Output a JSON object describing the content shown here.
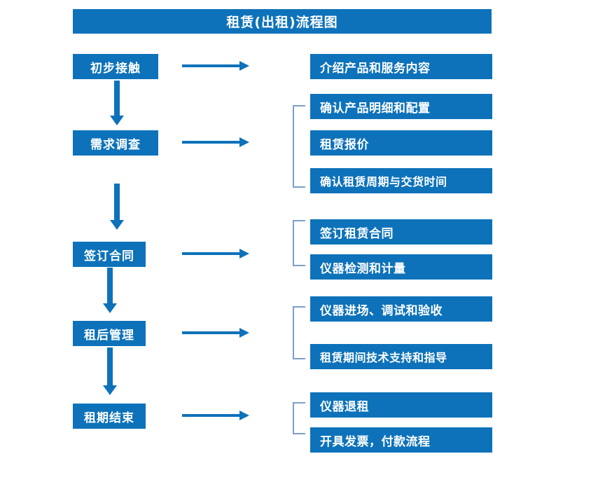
{
  "diagram": {
    "title": "租赁(出租)流程图",
    "accent_color": "#0d72ba",
    "bracket_color": "#7d9fc6",
    "text_color": "#ffffff",
    "background_color": "#ffffff",
    "stages": [
      {
        "label": "初步接触"
      },
      {
        "label": "需求调查"
      },
      {
        "label": "签订合同"
      },
      {
        "label": "租后管理"
      },
      {
        "label": "租期结束"
      }
    ],
    "groups": [
      {
        "stage": "初步接触",
        "has_bracket": false,
        "items": [
          {
            "label": "介绍产品和服务内容"
          }
        ]
      },
      {
        "stage": "需求调查",
        "has_bracket": true,
        "items": [
          {
            "label": "确认产品明细和配置"
          },
          {
            "label": "租赁报价"
          },
          {
            "label": "确认租赁周期与交货时间"
          }
        ]
      },
      {
        "stage": "签订合同",
        "has_bracket": true,
        "items": [
          {
            "label": "签订租赁合同"
          },
          {
            "label": "仪器检测和计量"
          }
        ]
      },
      {
        "stage": "租后管理",
        "has_bracket": true,
        "items": [
          {
            "label": "仪器进场、调试和验收"
          },
          {
            "label": "租赁期间技术支持和指导"
          }
        ]
      },
      {
        "stage": "租期结束",
        "has_bracket": true,
        "items": [
          {
            "label": "仪器退租"
          },
          {
            "label": "开具发票，付款流程"
          }
        ]
      }
    ],
    "connectors": {
      "horizontal_arrow_count": 5,
      "vertical_arrow_count": 4,
      "arrow_color": "#0d72ba"
    }
  }
}
